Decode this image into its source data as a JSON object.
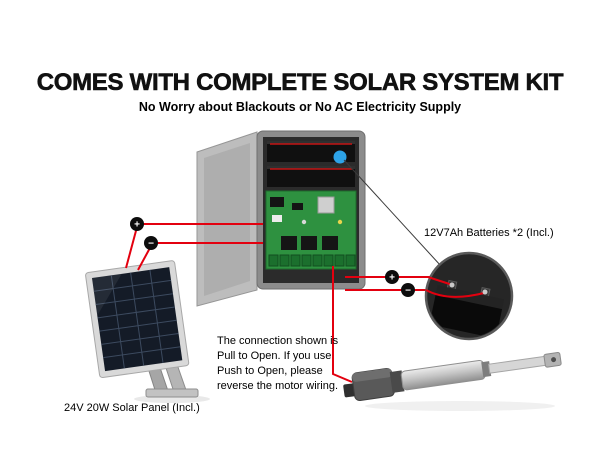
{
  "title": "COMES WITH COMPLETE SOLAR SYSTEM KIT",
  "subtitle": "No Worry about Blackouts or No AC Electricity Supply",
  "labels": {
    "batteries": "12V7Ah Batteries *2 (Incl.)",
    "solar_panel": "24V 20W Solar Panel (Incl.)",
    "note": "The connection shown is\nPull to Open. If you use\nPush to Open, please\nreverse the motor wiring."
  },
  "symbols": {
    "plus": "+",
    "minus": "−"
  },
  "colors": {
    "wire": "#e3000f",
    "title_text": "#111111",
    "box_gray": "#8c8c8c",
    "battery_black": "#101010",
    "pcb_green": "#2e9140",
    "panel_cell": "#141b27",
    "badge_black": "#0d0d0d",
    "blue_dot": "#2da3e8"
  }
}
